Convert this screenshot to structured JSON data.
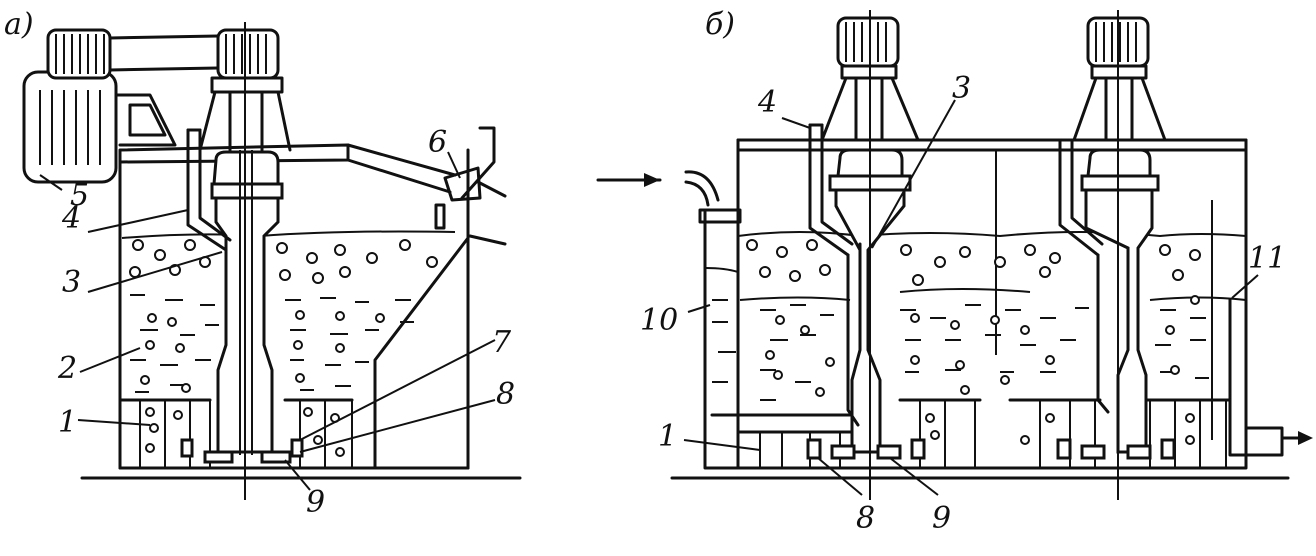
{
  "panels": {
    "a": {
      "tag": "а)",
      "labels": {
        "l1": "1",
        "l2": "2",
        "l3": "3",
        "l4": "4",
        "l5": "5",
        "l6": "6",
        "l7": "7",
        "l8": "8",
        "l9": "9"
      }
    },
    "b": {
      "tag": "б)",
      "labels": {
        "l1": "1",
        "l3": "3",
        "l4": "4",
        "l8": "8",
        "l9": "9",
        "l10": "10",
        "l11": "11"
      }
    }
  }
}
